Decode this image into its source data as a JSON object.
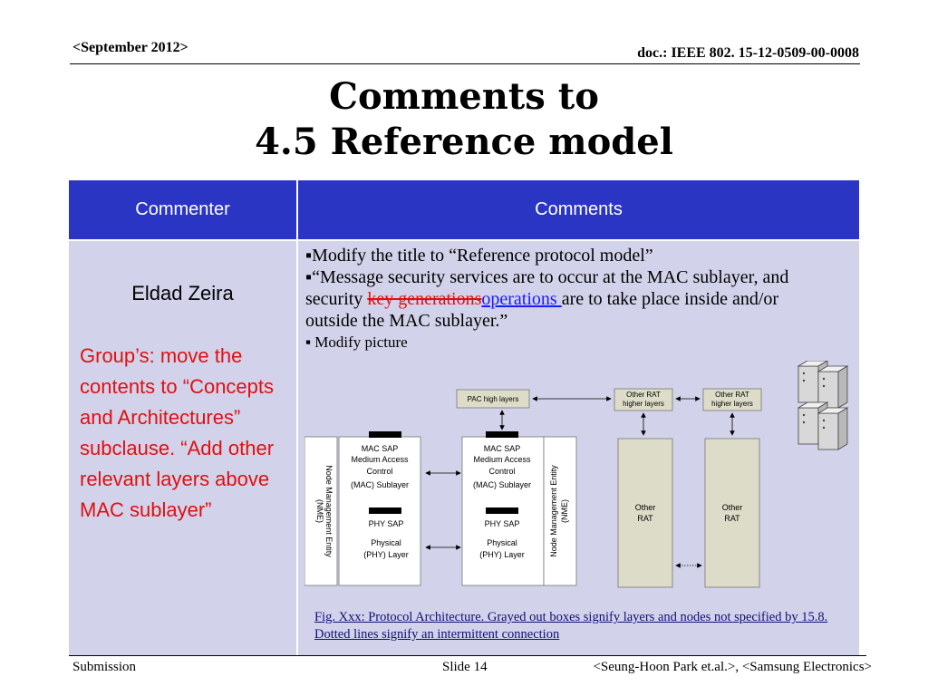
{
  "header": {
    "left": "<September 2012>",
    "right": "doc.: IEEE 802. 15-12-0509-00-0008"
  },
  "title": {
    "line1": "Comments to",
    "line2": "4.5 Reference model"
  },
  "table": {
    "headers": {
      "commenter": "Commenter",
      "comments": "Comments"
    },
    "commenter_name": "Eldad Zeira",
    "group_response": "Group’s: move the contents to “Concepts and Architectures” subclause. “Add other relevant layers above MAC sublayer”",
    "comments": {
      "bullet1": "▪Modify the title to “Reference protocol model”",
      "bullet2_part1": "▪“Message security services are to occur at the MAC sublayer, and security ",
      "bullet2_deleted": "key generations",
      "bullet2_inserted": "operations ",
      "bullet2_part2": " are to take place inside and/or outside the MAC sublayer.”",
      "bullet3": "▪ Modify picture"
    }
  },
  "diagram": {
    "pac_high_layers": "PAC high layers",
    "other_rat_higher_1": [
      "Other RAT",
      "higher layers"
    ],
    "other_rat_higher_2": [
      "Other RAT",
      "higher layers"
    ],
    "nme_left": [
      "Node Management Entity",
      "(NME)"
    ],
    "nme_right": [
      "Node Management Entity",
      "(NME)"
    ],
    "mac_left": [
      "MAC SAP",
      "Medium Access",
      "Control",
      "(MAC) Sublayer"
    ],
    "mac_right": [
      "MAC SAP",
      "Medium Access",
      "Control",
      "(MAC) Sublayer"
    ],
    "phy_left_sap": "PHY SAP",
    "phy_left": [
      "Physical",
      "(PHY) Layer"
    ],
    "phy_right_sap": "PHY SAP",
    "phy_right": [
      "Physical",
      "(PHY) Layer"
    ],
    "other_rat_1": [
      "Other",
      "RAT"
    ],
    "other_rat_2": [
      "Other",
      "RAT"
    ],
    "gray_fill": "#dcdcc8"
  },
  "figure_caption": "Fig. Xxx: Protocol Architecture. Grayed out boxes signify layers and nodes not specified by 15.8. Dotted lines signify an intermittent connection",
  "footer": {
    "left": "Submission",
    "middle": "Slide 14",
    "right": "<Seung-Hoon Park et.al.>, <Samsung Electronics>"
  }
}
